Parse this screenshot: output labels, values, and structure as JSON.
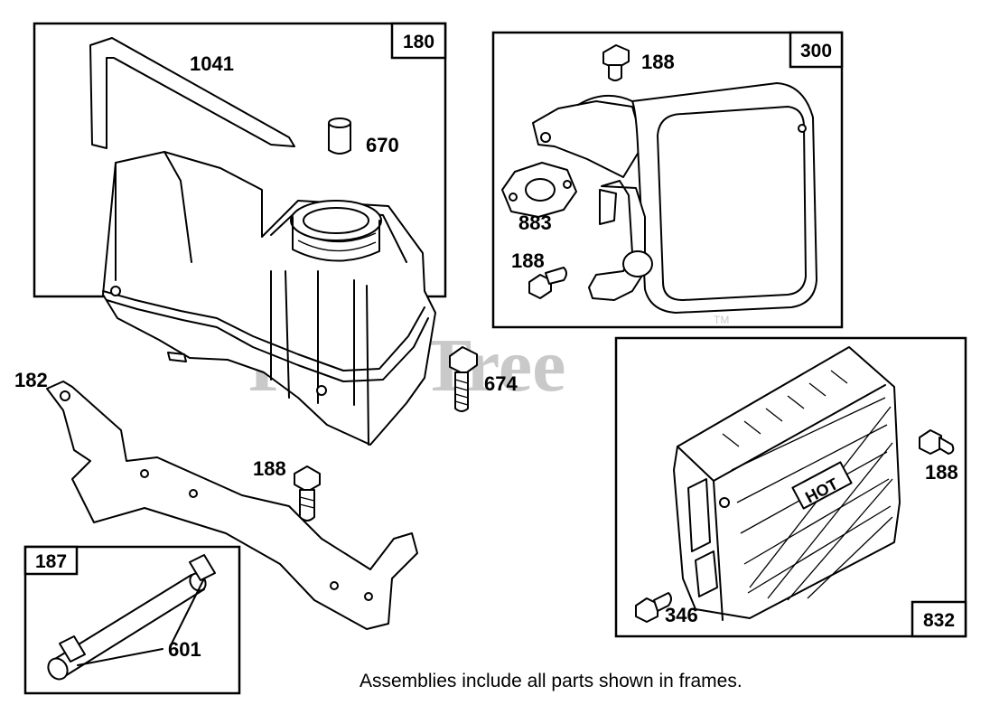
{
  "watermark": {
    "text": "PartsTree",
    "trademark": "TM"
  },
  "frames": [
    {
      "id": "180"
    },
    {
      "id": "300"
    },
    {
      "id": "832"
    },
    {
      "id": "187"
    }
  ],
  "callouts": {
    "bracket_1041": "1041",
    "bushing_670": "670",
    "bracket_182": "182",
    "screw_674": "674",
    "screw_188_center": "188",
    "screw_188_muffler_top": "188",
    "screw_188_muffler_bottom": "188",
    "gasket_883": "883",
    "screw_188_guard": "188",
    "screw_346": "346",
    "line_601": "601"
  },
  "caption": "Assemblies include all parts shown in frames."
}
